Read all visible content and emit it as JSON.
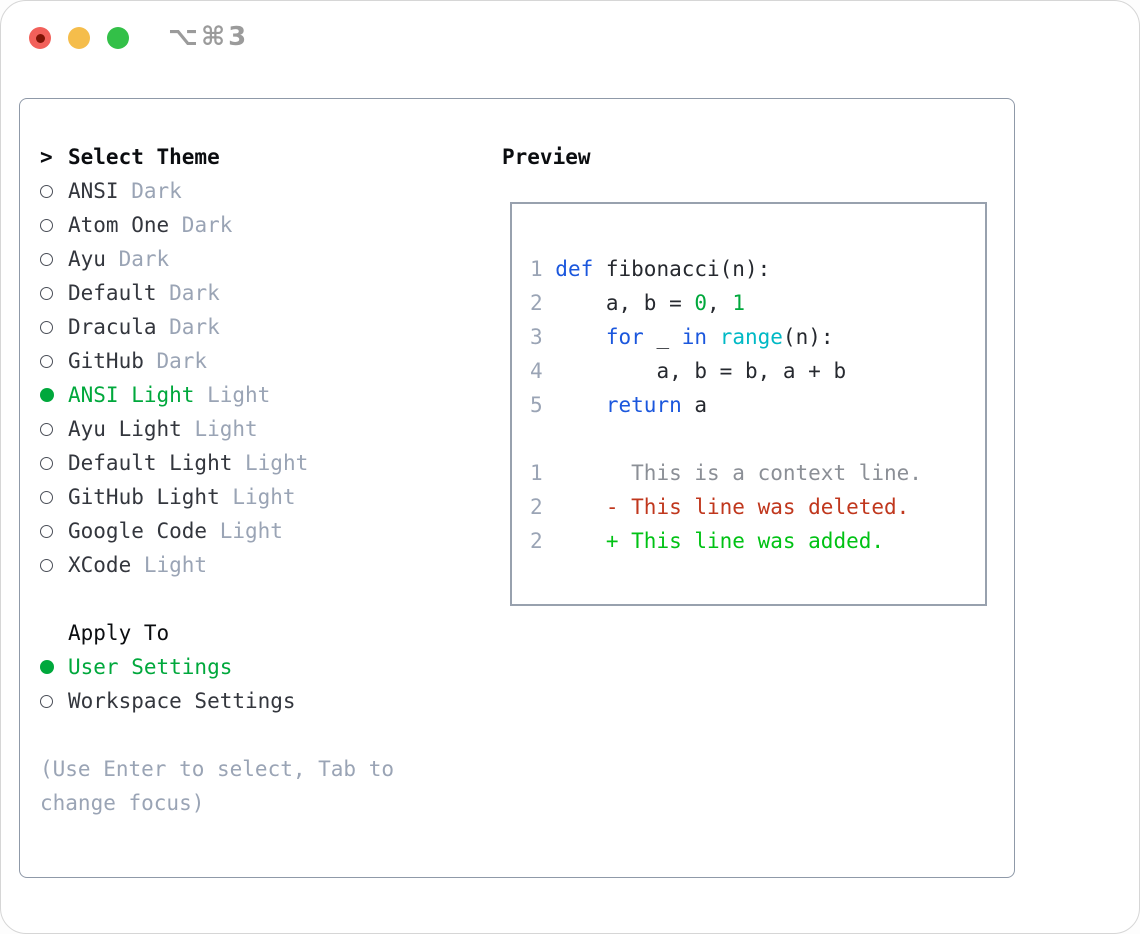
{
  "window": {
    "shortcut_label": "⌥⌘3",
    "traffic_lights": [
      {
        "name": "close-button",
        "color": "#f2605a"
      },
      {
        "name": "minimize-button",
        "color": "#f5bd4b"
      },
      {
        "name": "zoom-button",
        "color": "#33c048"
      }
    ]
  },
  "colors": {
    "black": "#0b0d10",
    "dark": "#33363d",
    "code": "#26292f",
    "muted": "#9aa4b5",
    "green": "#00a83c",
    "blue": "#1b57dd",
    "cyan": "#00b9c5",
    "red": "#c0371d",
    "add": "#00c214",
    "ctx": "#8b8f96",
    "tl-red": "#f2605a",
    "tl-red-inner": "#7f1406",
    "tl-yellow": "#f5bd4b",
    "tl-green": "#33c048"
  },
  "theme_panel": {
    "prompt": ">",
    "title": "Select Theme",
    "themes": [
      {
        "name": "ANSI",
        "variant": "Dark",
        "selected": false
      },
      {
        "name": "Atom One",
        "variant": "Dark",
        "selected": false
      },
      {
        "name": "Ayu",
        "variant": "Dark",
        "selected": false
      },
      {
        "name": "Default",
        "variant": "Dark",
        "selected": false
      },
      {
        "name": "Dracula",
        "variant": "Dark",
        "selected": false
      },
      {
        "name": "GitHub",
        "variant": "Dark",
        "selected": false
      },
      {
        "name": "ANSI Light",
        "variant": "Light",
        "selected": true
      },
      {
        "name": "Ayu Light",
        "variant": "Light",
        "selected": false
      },
      {
        "name": "Default Light",
        "variant": "Light",
        "selected": false
      },
      {
        "name": "GitHub Light",
        "variant": "Light",
        "selected": false
      },
      {
        "name": "Google Code",
        "variant": "Light",
        "selected": false
      },
      {
        "name": "XCode",
        "variant": "Light",
        "selected": false
      }
    ],
    "apply_to": {
      "title": "Apply To",
      "options": [
        {
          "label": "User Settings",
          "selected": true
        },
        {
          "label": "Workspace Settings",
          "selected": false
        }
      ]
    },
    "hint": "(Use Enter to select, Tab to change focus)"
  },
  "preview": {
    "title": "Preview",
    "lines": [
      {
        "num": "1",
        "segs": [
          [
            "def",
            "kw"
          ],
          [
            " fibonacci(n):",
            "pl"
          ]
        ]
      },
      {
        "num": "2",
        "segs": [
          [
            "    a, b = ",
            "pl"
          ],
          [
            "0",
            "num"
          ],
          [
            ", ",
            "pl"
          ],
          [
            "1",
            "num"
          ]
        ]
      },
      {
        "num": "3",
        "segs": [
          [
            "    ",
            "pl"
          ],
          [
            "for",
            "kw"
          ],
          [
            " _ ",
            "pl"
          ],
          [
            "in",
            "kw"
          ],
          [
            " ",
            "pl"
          ],
          [
            "range",
            "bi"
          ],
          [
            "(n):",
            "pl"
          ]
        ]
      },
      {
        "num": "4",
        "segs": [
          [
            "        a, b = b, a + b",
            "pl"
          ]
        ]
      },
      {
        "num": "5",
        "segs": [
          [
            "    ",
            "pl"
          ],
          [
            "return",
            "kw"
          ],
          [
            " a",
            "pl"
          ]
        ]
      },
      {
        "num": "",
        "segs": []
      },
      {
        "num": "1",
        "segs": [
          [
            "      This is a context line.",
            "ctx"
          ]
        ]
      },
      {
        "num": "2",
        "segs": [
          [
            "    ",
            "pl"
          ],
          [
            "- This line was deleted.",
            "del"
          ]
        ]
      },
      {
        "num": "2",
        "segs": [
          [
            "    ",
            "pl"
          ],
          [
            "+ This line was added.",
            "add"
          ]
        ]
      }
    ]
  }
}
